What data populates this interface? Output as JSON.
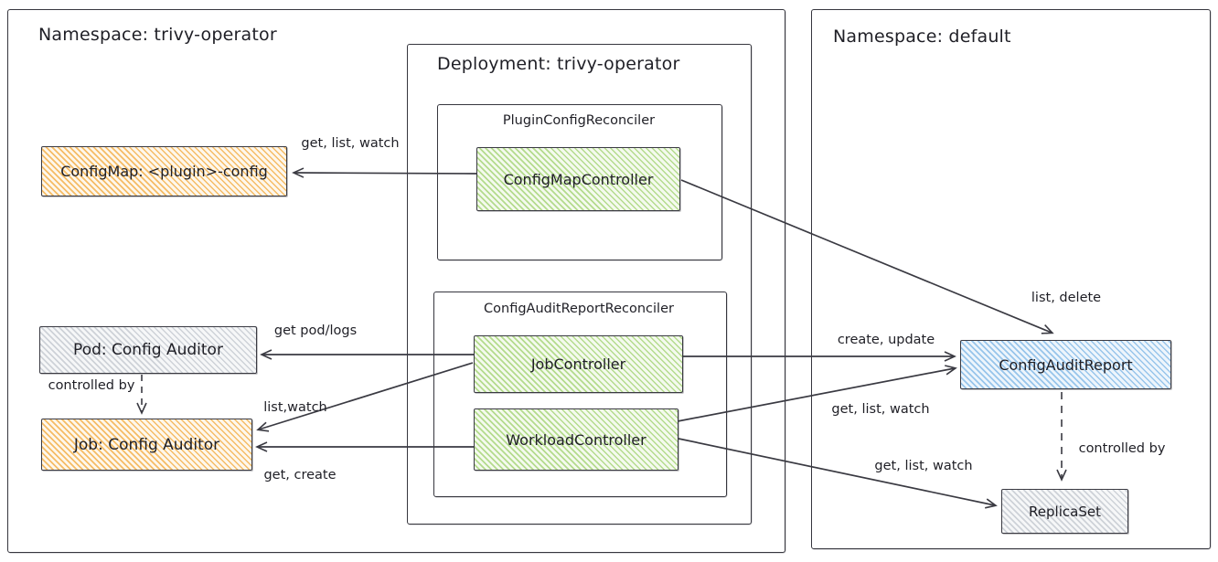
{
  "diagram": {
    "containers": {
      "ns_left": {
        "title": "Namespace: trivy-operator"
      },
      "ns_right": {
        "title": "Namespace: default"
      },
      "deployment": {
        "title": "Deployment: trivy-operator"
      },
      "plugin_reconciler": {
        "title": "PluginConfigReconciler"
      },
      "audit_reconciler": {
        "title": "ConfigAuditReportReconciler"
      }
    },
    "nodes": {
      "configmap": {
        "label": "ConfigMap: <plugin>-config",
        "color": "#f2a632"
      },
      "pod": {
        "label": "Pod: Config Auditor",
        "color": "#a5adb7"
      },
      "job": {
        "label": "Job: Config Auditor",
        "color": "#f2a632"
      },
      "configmap_controller": {
        "label": "ConfigMapController",
        "color": "#8cc850"
      },
      "job_controller": {
        "label": "JobController",
        "color": "#8cc850"
      },
      "workload_controller": {
        "label": "WorkloadController",
        "color": "#8cc850"
      },
      "config_audit_report": {
        "label": "ConfigAuditReport",
        "color": "#60a6e0"
      },
      "replicaset": {
        "label": "ReplicaSet",
        "color": "#a5adb7"
      }
    },
    "edge_labels": {
      "glw_configmap": "get, list, watch",
      "list_delete": "list, delete",
      "create_update": "create, update",
      "glw_report": "get, list, watch",
      "glw_replicaset": "get, list, watch",
      "get_pod_logs": "get pod/logs",
      "controlled_by_pod": "controlled by",
      "list_watch": "list,watch",
      "get_create": "get, create",
      "controlled_by_rs": "controlled by"
    },
    "line_color": "#3a3a42"
  }
}
